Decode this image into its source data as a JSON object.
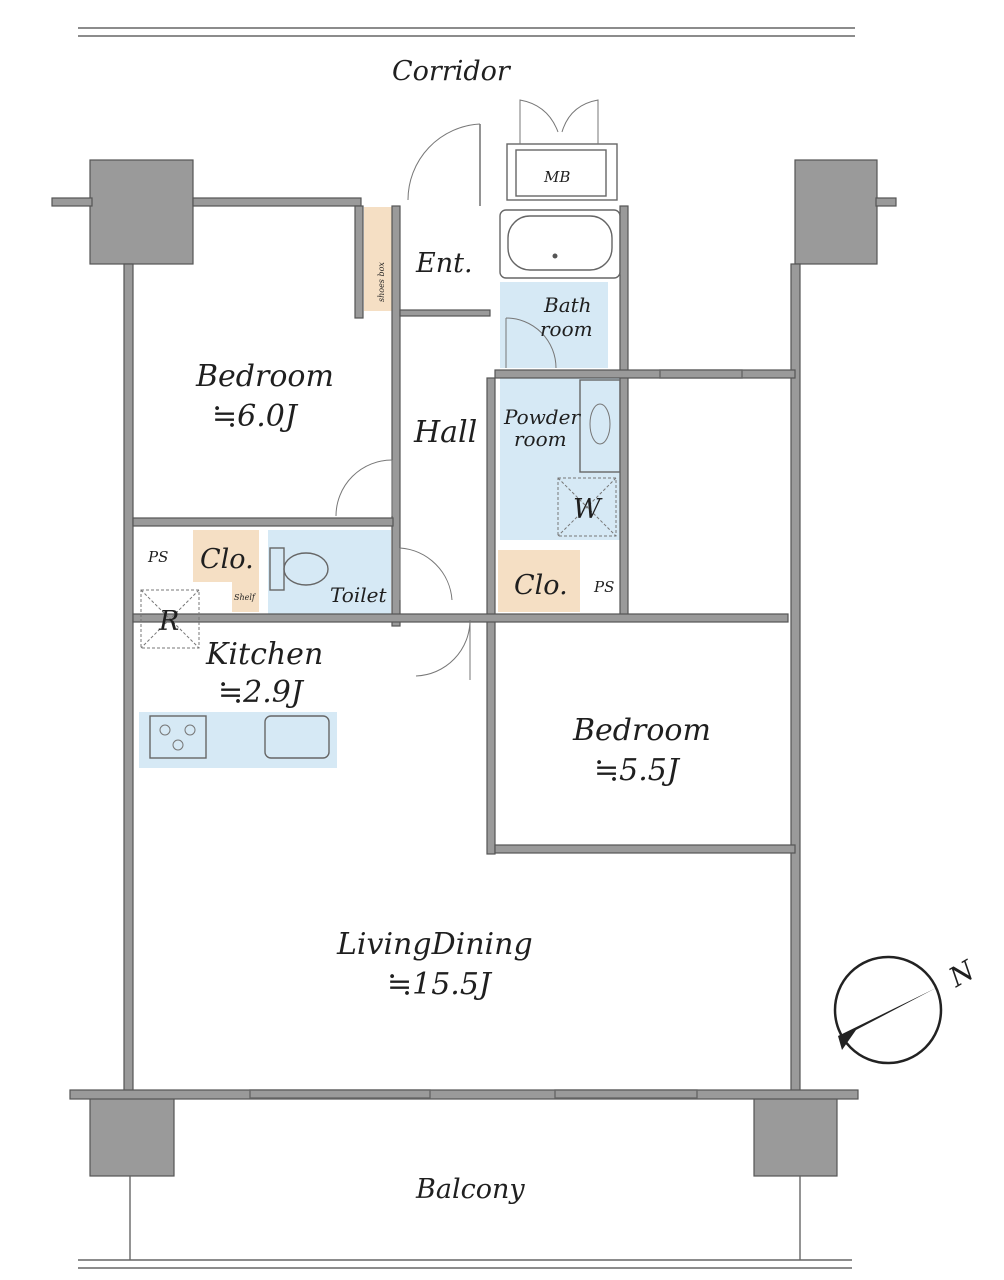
{
  "rooms": {
    "corridor": "Corridor",
    "balcony": "Balcony",
    "mb": "MB",
    "entrance": "Ent.",
    "shoes_box": "shoes box",
    "bedroom1": {
      "name": "Bedroom",
      "size": "≒6.0J"
    },
    "hall": "Hall",
    "bath": {
      "line1": "Bath",
      "line2": "room"
    },
    "powder": {
      "line1": "Powder",
      "line2": "room"
    },
    "washer": "W",
    "ps_left": "PS",
    "closet_left": "Clo.",
    "shelf": "Shelf",
    "toilet": "Toilet",
    "closet_right": "Clo.",
    "ps_right": "PS",
    "refrigerator": "R",
    "kitchen": {
      "name": "Kitchen",
      "size": "≒2.9J"
    },
    "bedroom2": {
      "name": "Bedroom",
      "size": "≒5.5J"
    },
    "living": {
      "name": "LivingDining",
      "size": "≒15.5J"
    }
  },
  "compass": {
    "label": "N"
  },
  "colors": {
    "wet_area": "#d6e9f5",
    "storage": "#f5dfc4",
    "wall": "#9a9a9a"
  }
}
